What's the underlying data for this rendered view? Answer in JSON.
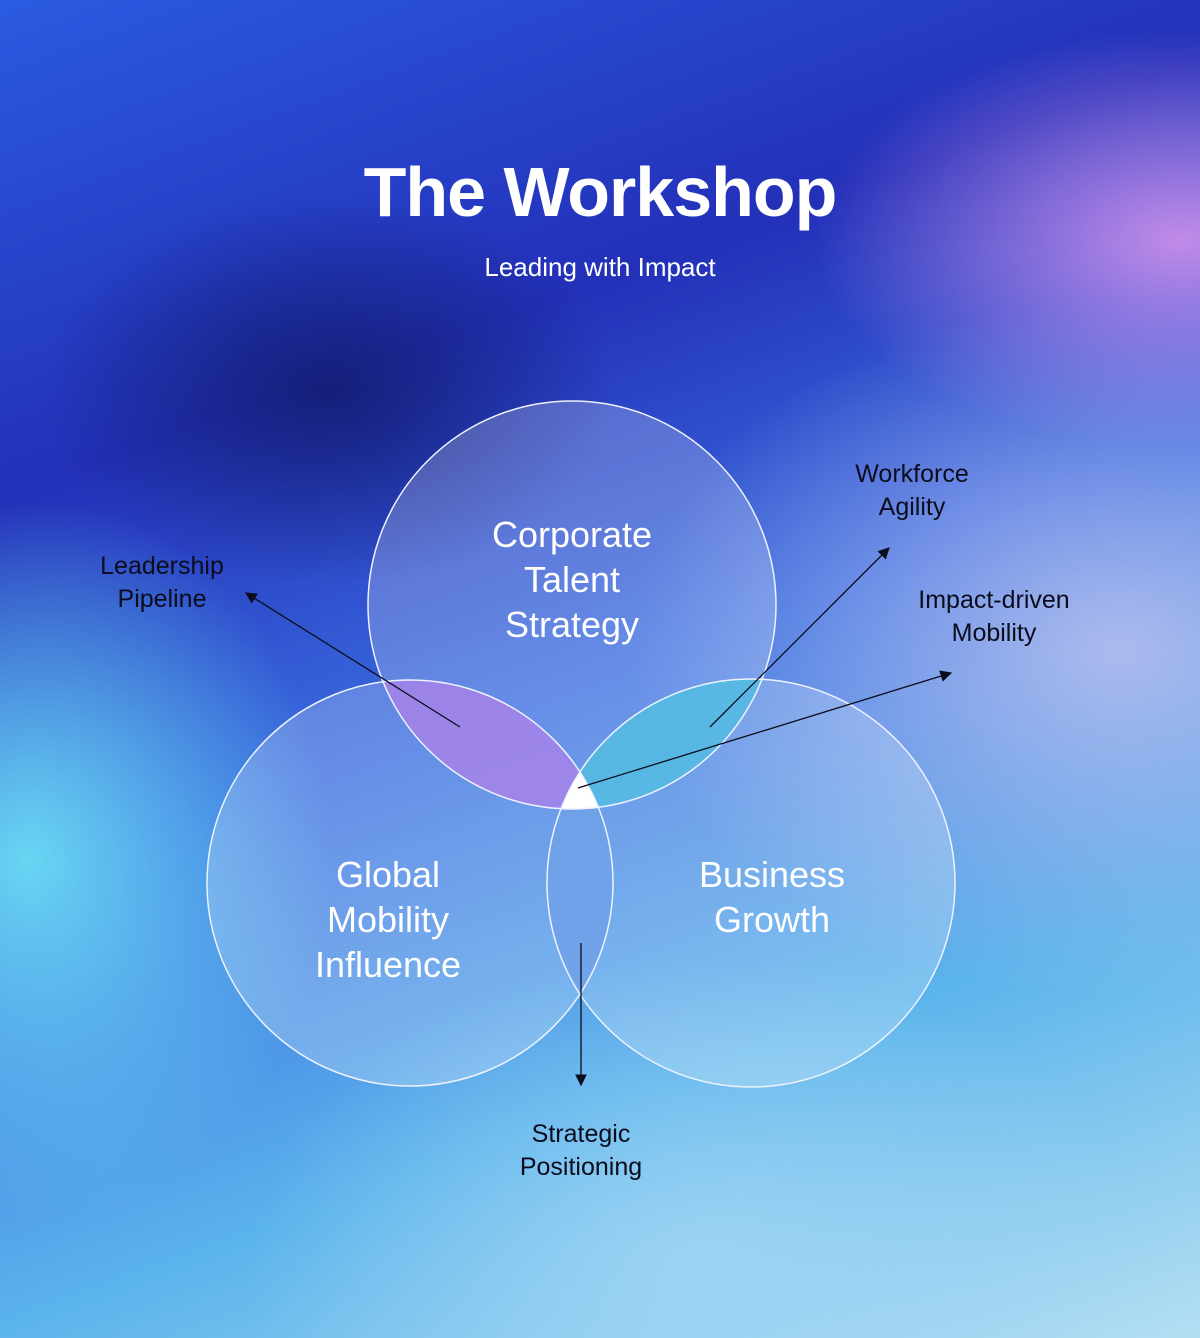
{
  "title": "The Workshop",
  "subtitle": "Leading with Impact",
  "circles": {
    "corporate": {
      "lines": [
        "Corporate",
        "Talent",
        "Strategy"
      ]
    },
    "global": {
      "lines": [
        "Global",
        "Mobility",
        "Influence"
      ]
    },
    "business": {
      "lines": [
        "Business",
        "Growth"
      ]
    }
  },
  "annotations": {
    "leadership": {
      "lines": [
        "Leadership",
        "Pipeline"
      ]
    },
    "workforce": {
      "lines": [
        "Workforce",
        "Agility"
      ]
    },
    "impact": {
      "lines": [
        "Impact-driven",
        "Mobility"
      ]
    },
    "strategic": {
      "lines": [
        "Strategic",
        "Positioning"
      ]
    }
  },
  "colors": {
    "circle_stroke": "#eef2ff",
    "overlap_corporate_global": "#a07ee8",
    "overlap_corporate_business": "#4db8e0",
    "overlap_global_business": "#6a9ee8",
    "center_overlap": "#ffffff",
    "arrow": "#0b0d1c"
  }
}
